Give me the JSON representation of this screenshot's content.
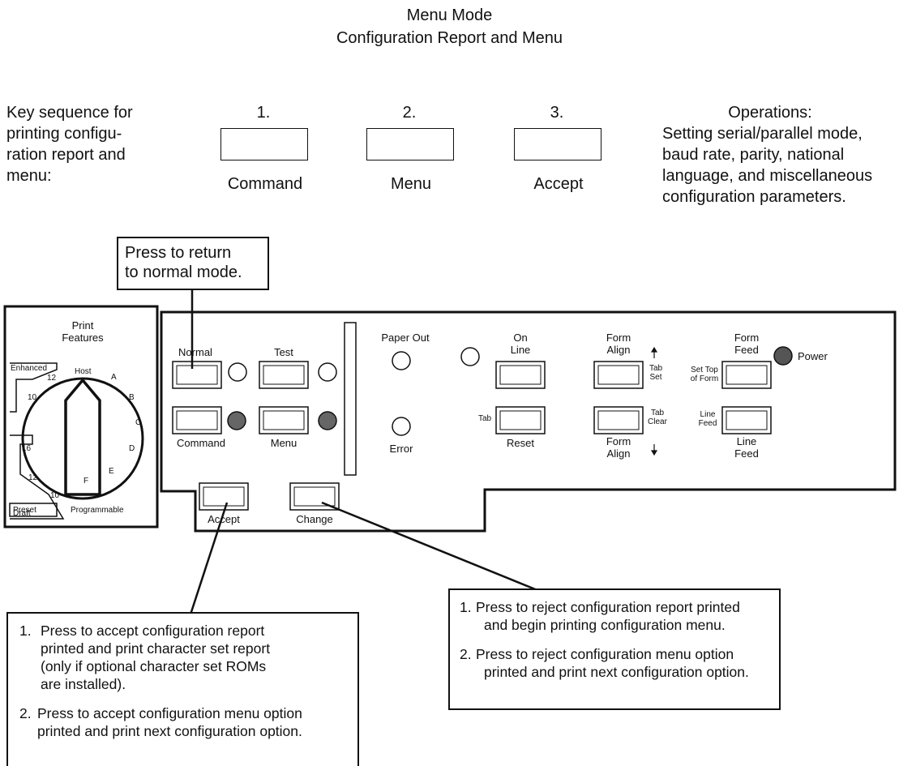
{
  "title": {
    "line1": "Menu Mode",
    "line2": "Configuration Report and Menu"
  },
  "sequence": {
    "intro_lines": [
      "Key sequence for",
      "printing configu-",
      "ration report and",
      "menu:"
    ],
    "steps": [
      {
        "number": "1.",
        "key": "Command"
      },
      {
        "number": "2.",
        "key": "Menu"
      },
      {
        "number": "3.",
        "key": "Accept"
      }
    ],
    "operations_heading": "Operations:",
    "operations_lines": [
      "Setting serial/parallel mode,",
      "baud rate, parity, national",
      "language, and miscellaneous",
      "configuration parameters."
    ]
  },
  "callouts": {
    "normal": [
      "Press to return",
      "to normal mode."
    ],
    "accept": [
      {
        "num": "1.",
        "lines": [
          "Press to accept configuration report",
          "printed and print character set report",
          "(only if optional character set ROMs",
          "are installed)."
        ]
      },
      {
        "num": "2.",
        "lines": [
          "Press to accept configuration menu option",
          "printed and print next configuration option."
        ]
      }
    ],
    "change": [
      {
        "num": "1.",
        "lines": [
          "Press to reject configuration report printed",
          "and begin printing configuration menu."
        ]
      },
      {
        "num": "2.",
        "lines": [
          "Press to reject configuration menu option",
          "printed and print next configuration option."
        ]
      }
    ]
  },
  "features_panel": {
    "title_lines": [
      "Print",
      "Features"
    ],
    "enhanced": "Enhanced",
    "draft": "Draft",
    "host": "Host",
    "dial_left_labels": [
      "12",
      "10",
      "16",
      "12",
      "10"
    ],
    "dial_right_labels": [
      "A",
      "B",
      "C",
      "D",
      "E",
      "F"
    ],
    "preset": "Preset",
    "programmable": "Programmable"
  },
  "control_panel": {
    "normal": "Normal",
    "test": "Test",
    "command": "Command",
    "menu": "Menu",
    "accept": "Accept",
    "change": "Change",
    "paper_out": "Paper Out",
    "error": "Error",
    "on_line": [
      "On",
      "Line"
    ],
    "tab_reset_left": "Tab",
    "reset": "Reset",
    "form_align_up": [
      "Form",
      "Align"
    ],
    "tab_set": [
      "Tab",
      "Set"
    ],
    "tab_clear": [
      "Tab",
      "Clear"
    ],
    "form_align_down": [
      "Form",
      "Align"
    ],
    "form_feed": [
      "Form",
      "Feed"
    ],
    "set_top_of_form": [
      "Set Top",
      "of Form"
    ],
    "line_feed_left": [
      "Line",
      "Feed"
    ],
    "line_feed": [
      "Line",
      "Feed"
    ],
    "power": "Power"
  }
}
